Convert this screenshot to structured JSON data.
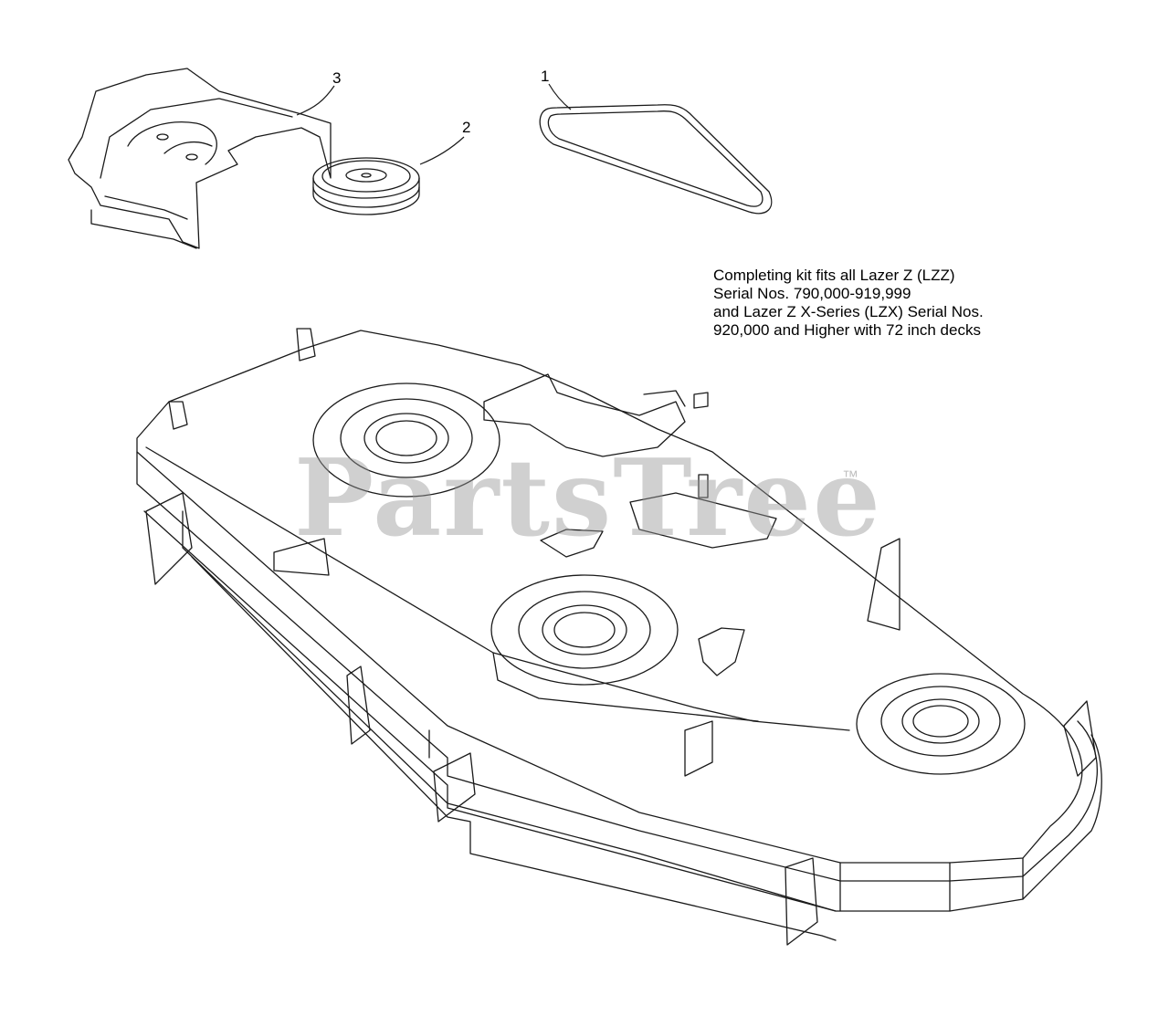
{
  "callouts": [
    {
      "number": "1"
    },
    {
      "number": "2"
    },
    {
      "number": "3"
    }
  ],
  "note": {
    "lines": [
      "Completing kit fits all Lazer Z (LZZ)",
      "Serial Nos. 790,000-919,999",
      "and Lazer Z X-Series (LZX) Serial Nos.",
      "920,000 and Higher with 72 inch decks"
    ]
  },
  "watermark": {
    "brand": "PartsTree",
    "trademark": "™"
  },
  "colors": {
    "line": "#1a1a1a",
    "watermark": "#969696"
  },
  "icons": {
    "part_1": "belt-icon",
    "part_2": "pulley-icon",
    "part_3": "belt-cover-icon",
    "assembly": "mower-deck-icon"
  }
}
